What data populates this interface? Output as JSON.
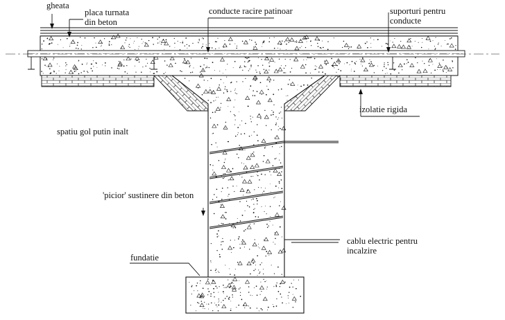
{
  "labels": {
    "ice": "gheata",
    "slab_line1": "placa turnata",
    "slab_line2": "din beton",
    "pipes": "conducte racire patinoar",
    "supports_line1": "suporturi pentru",
    "supports_line2": "conducte",
    "insulation": "izolatie rigida",
    "void": "spatiu gol putin inalt",
    "pillar": "'picior' sustinere din beton",
    "cable_line1": "cablu electric pentru",
    "cable_line2": "incalzire",
    "foundation": "fundatie"
  },
  "colors": {
    "ink": "#111111",
    "paper": "#ffffff",
    "brick": "#333333"
  }
}
